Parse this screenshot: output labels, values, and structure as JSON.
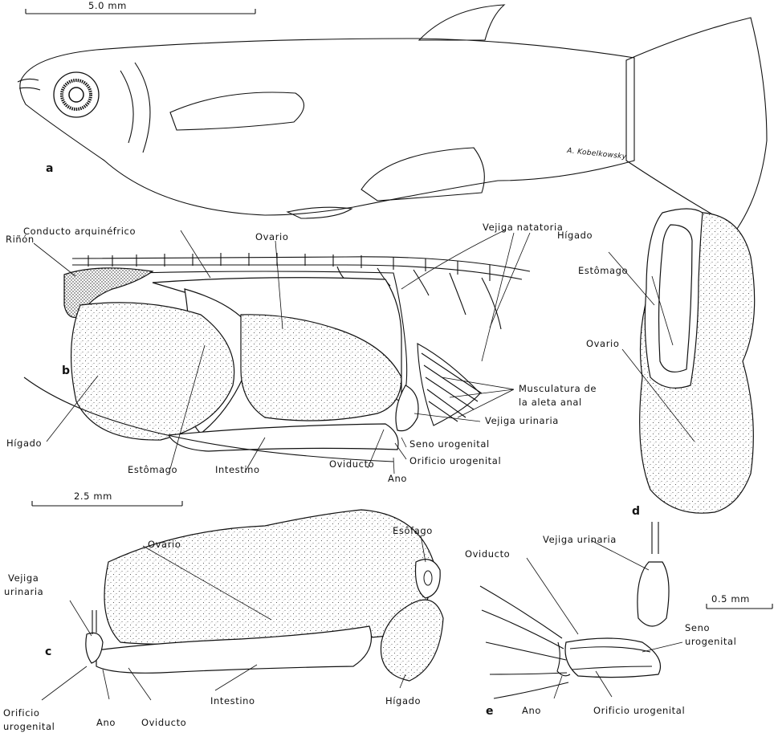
{
  "scale_bars": {
    "top": "5.0 mm",
    "middle": "2.5 mm",
    "small": "0.5 mm"
  },
  "panels": {
    "a": "a",
    "b": "b",
    "c": "c",
    "d": "d",
    "e": "e"
  },
  "signature": "A. Kobelkowsky",
  "labels_b": {
    "conducto": "Conducto arquinéfrico",
    "rinon": "Riñón",
    "ovario": "Ovario",
    "vejiga_natatoria": "Vejiga natatoria",
    "musculatura_1": "Musculatura de",
    "musculatura_2": "la aleta anal",
    "vejiga_urinaria": "Vejiga urinaria",
    "seno": "Seno urogenital",
    "orificio": "Orificio urogenital",
    "ano": "Ano",
    "oviducto": "Oviducto",
    "intestino": "Intestino",
    "estomago": "Estômago",
    "higado": "Hígado"
  },
  "labels_c": {
    "ovario": "Ovario",
    "esofago": "Esôfago",
    "vejiga_1": "Vejiga",
    "vejiga_2": "urinaria",
    "orificio_1": "Orificio",
    "orificio_2": "urogenital",
    "ano": "Ano",
    "oviducto": "Oviducto",
    "intestino": "Intestino",
    "higado": "Hígado"
  },
  "labels_d": {
    "higado": "Hígado",
    "estomago": "Estômago",
    "ovario": "Ovario"
  },
  "labels_e": {
    "vejiga_urinaria": "Vejiga urinaria",
    "oviducto": "Oviducto",
    "seno_1": "Seno",
    "seno_2": "urogenital",
    "ano": "Ano",
    "orificio": "Orificio urogenital"
  }
}
